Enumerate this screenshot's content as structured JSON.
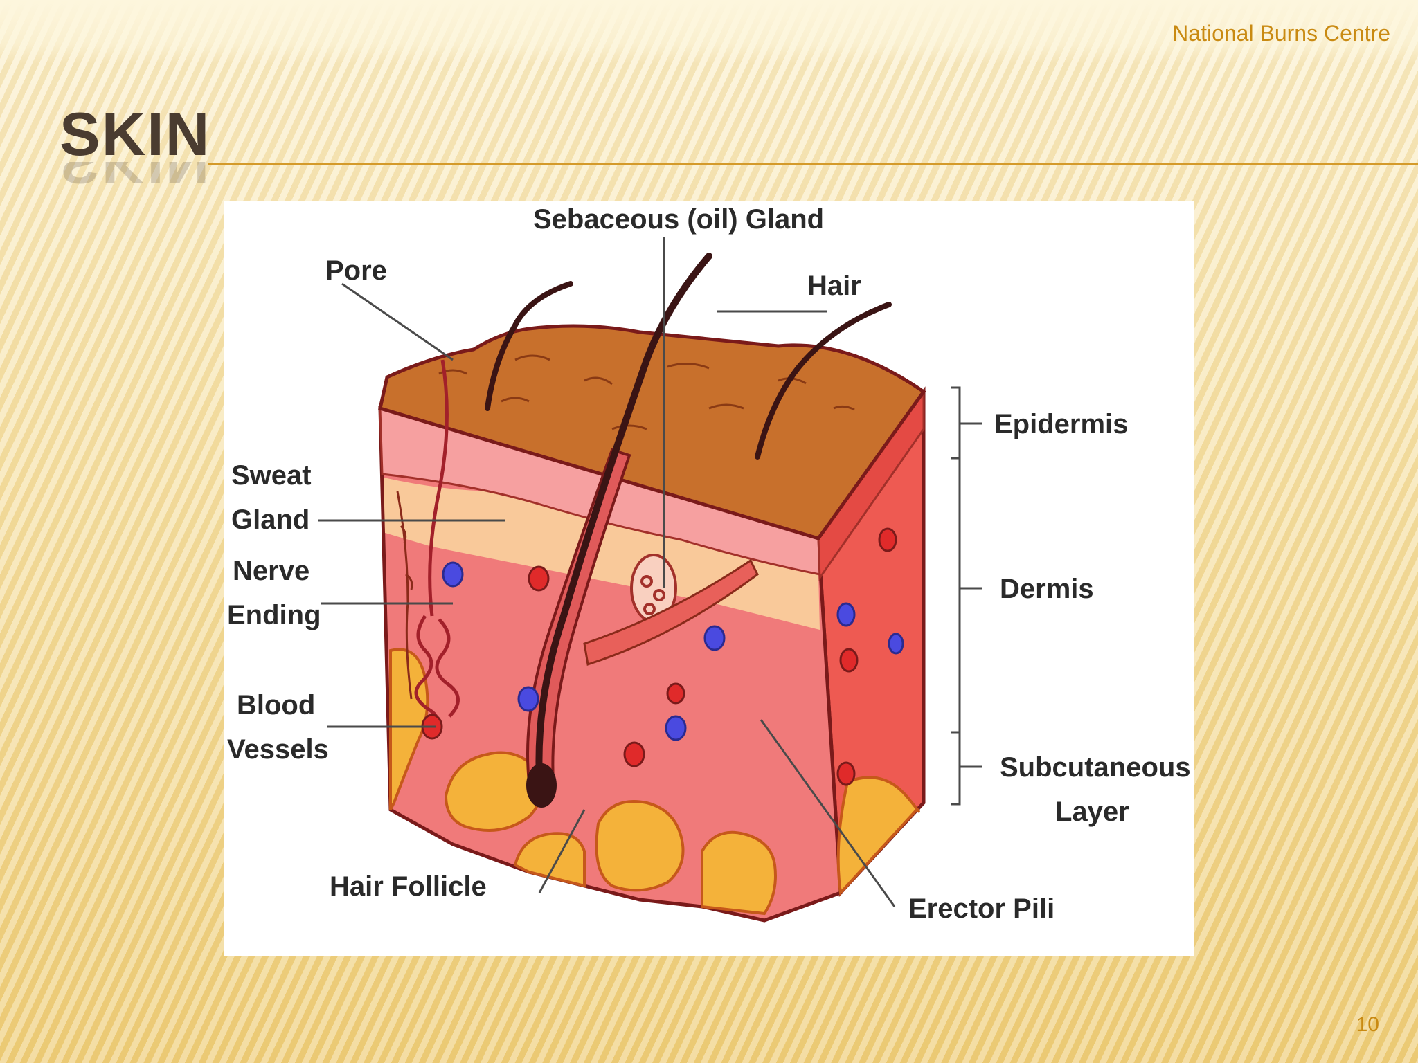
{
  "header": {
    "org": "National Burns Centre"
  },
  "slide": {
    "title": "SKIN",
    "page_number": "10"
  },
  "diagram": {
    "labels": {
      "sebaceous_gland": "Sebaceous (oil) Gland",
      "pore": "Pore",
      "hair": "Hair",
      "epidermis": "Epidermis",
      "sweat_gland_1": "Sweat",
      "sweat_gland_2": "Gland",
      "nerve_ending_1": "Nerve",
      "nerve_ending_2": "Ending",
      "dermis": "Dermis",
      "blood_vessels_1": "Blood",
      "blood_vessels_2": "Vessels",
      "subcutaneous_1": "Subcutaneous",
      "subcutaneous_2": "Layer",
      "hair_follicle": "Hair Follicle",
      "erector_pili": "Erector Pili"
    },
    "colors": {
      "epidermis": "#c8702c",
      "dermis": "#f07a7a",
      "fat": "#f4b23a",
      "outline": "#7a1a1a"
    }
  }
}
